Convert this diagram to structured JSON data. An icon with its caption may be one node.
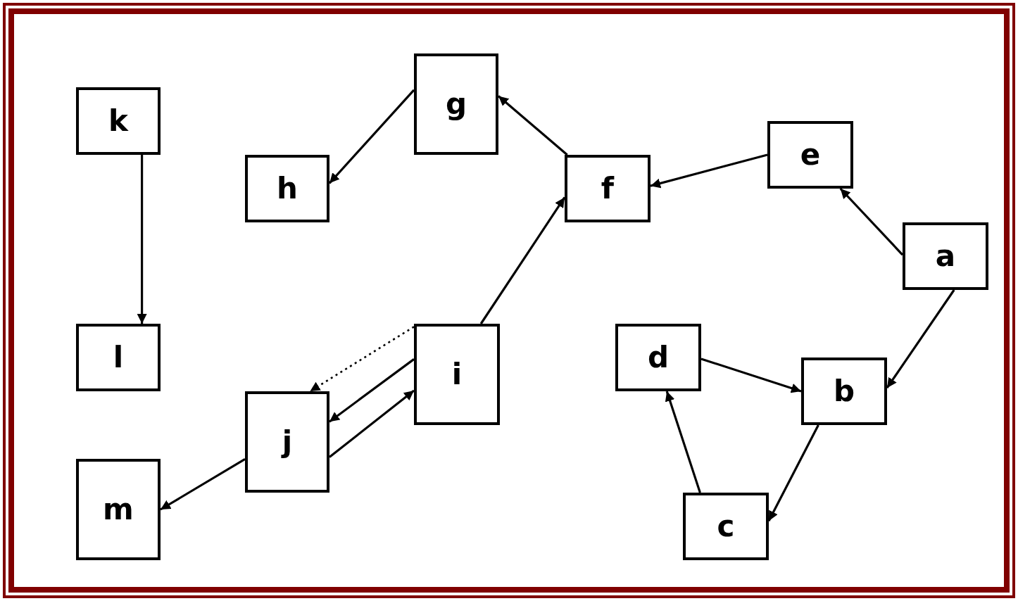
{
  "diagram": {
    "nodes": [
      {
        "text": [
          "g"
        ]
      },
      {
        "text": [
          "k"
        ]
      },
      {
        "text": [
          "e"
        ]
      },
      {
        "text": [
          "h"
        ]
      },
      {
        "text": [
          "f"
        ]
      },
      {
        "text": [
          "a"
        ]
      },
      {
        "text": [
          "l"
        ]
      },
      {
        "text": [
          "i"
        ]
      },
      {
        "text": [
          "d"
        ]
      },
      {
        "text": [
          "b"
        ]
      },
      {
        "text": [
          "j"
        ]
      },
      {
        "text": [
          "m"
        ]
      },
      {
        "text": [
          "c"
        ]
      }
    ],
    "edges": [
      {
        "from": 1,
        "to": 6,
        "arrow": "to"
      },
      {
        "from": 0,
        "to": 3,
        "arrow": "to"
      },
      {
        "from": 4,
        "to": 0,
        "arrow": "to"
      },
      {
        "from": 2,
        "to": 4,
        "arrow": "to"
      },
      {
        "from": 5,
        "to": 2,
        "arrow": "to"
      },
      {
        "from": 5,
        "to": 9,
        "arrow": "to"
      },
      {
        "from": 8,
        "to": 9,
        "arrow": "to"
      },
      {
        "from": 9,
        "to": 12,
        "arrow": "to"
      },
      {
        "from": 12,
        "to": 8,
        "arrow": "to"
      },
      {
        "from": 7,
        "to": 4,
        "arrow": "to"
      },
      {
        "from": 7,
        "to": 10,
        "arrow": "to",
        "style": "dashed"
      },
      {
        "from": 7,
        "to": 10,
        "arrow": "to"
      },
      {
        "from": 10,
        "to": 7,
        "arrow": "to"
      },
      {
        "from": 10,
        "to": 11,
        "arrow": "to"
      }
    ]
  }
}
